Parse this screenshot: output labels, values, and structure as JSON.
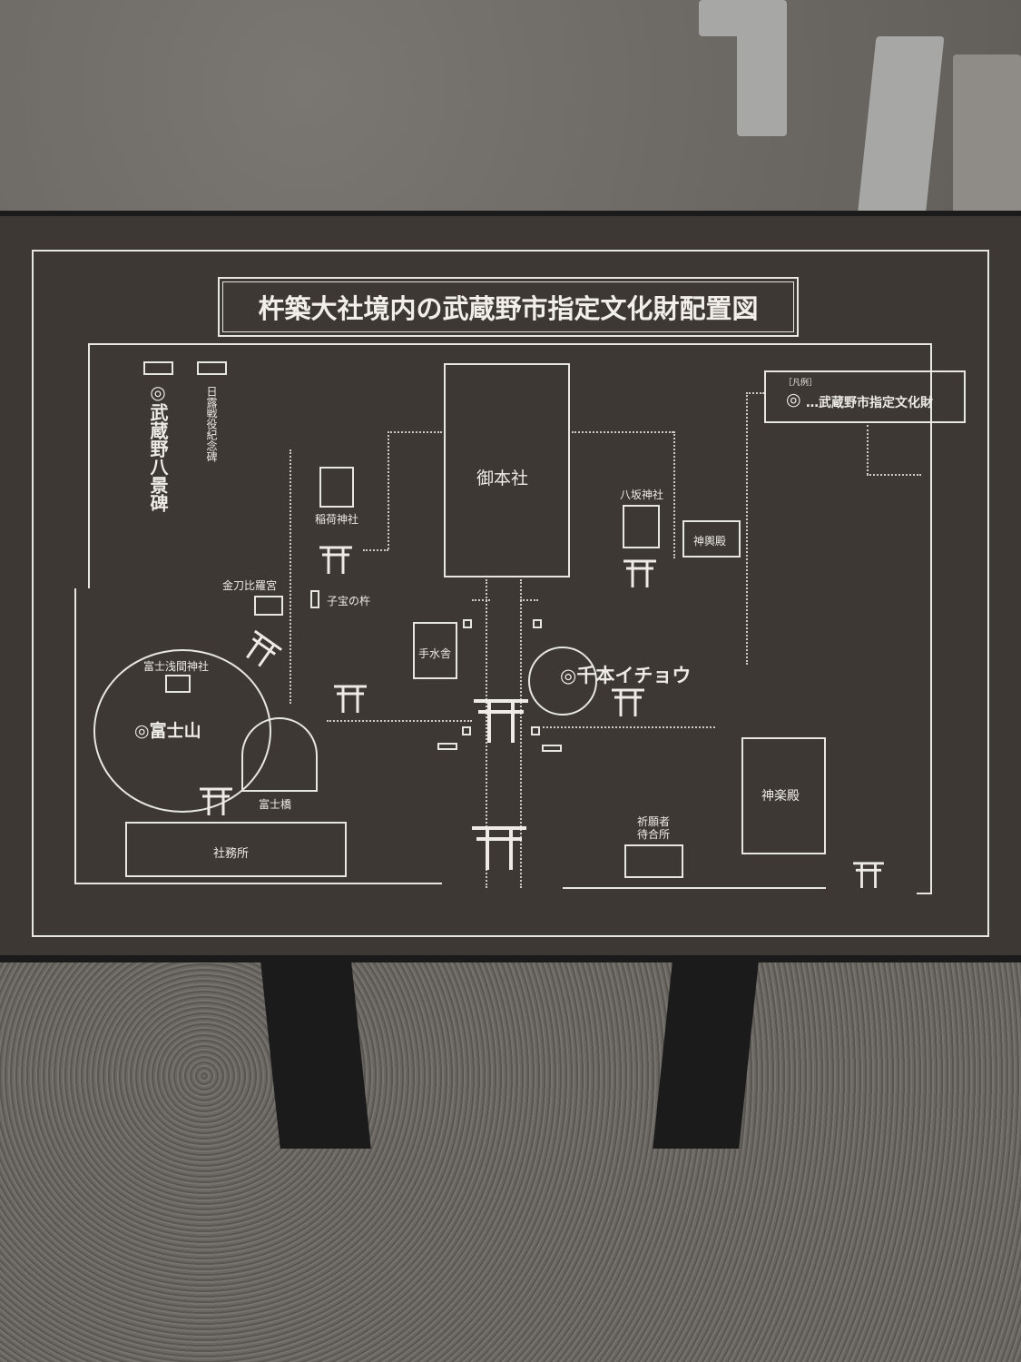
{
  "sign": {
    "title": "杵築大社境内の武蔵野市指定文化財配置図",
    "legend": {
      "heading": "［凡例］",
      "symbol": "◎",
      "text": "…武蔵野市指定文化財"
    },
    "labels": {
      "musashino_hakkei": "◎武蔵野八景碑",
      "nichiro": "日露戦役紀念碑",
      "inari": "稲荷神社",
      "konpira": "金刀比羅宮",
      "kodakara": "子宝の杵",
      "gohonsha": "御本社",
      "yasaka": "八坂神社",
      "mikoshiden": "神輿殿",
      "temizuya": "手水舎",
      "senbon_icho": "◎千本イチョウ",
      "fuji_sengen": "富士浅間神社",
      "fujisan": "◎富士山",
      "fujibashi": "富士橋",
      "shamusho": "社務所",
      "kaguraden": "神楽殿",
      "kiganja_1": "祈願者",
      "kiganja_2": "待合所"
    }
  },
  "colors": {
    "board": "#3d3833",
    "lines": "#e8e6e2"
  }
}
